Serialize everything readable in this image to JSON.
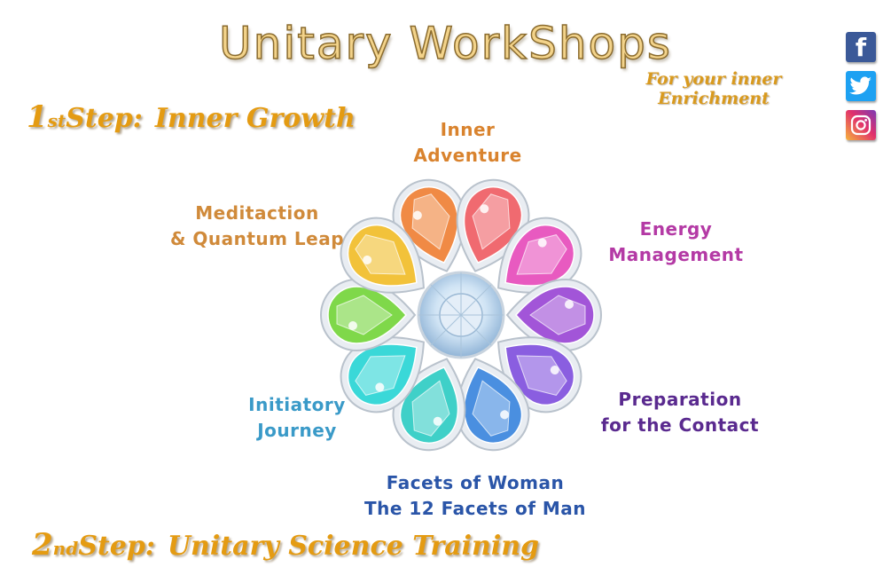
{
  "header": {
    "title": "Unitary WorkShops",
    "tagline": "For your inner  Enrichment"
  },
  "social": [
    {
      "name": "facebook-icon",
      "glyph": "f",
      "color": "#3b5998"
    },
    {
      "name": "twitter-icon",
      "color": "#1da1f2"
    },
    {
      "name": "instagram-icon",
      "color": "#e1306c"
    }
  ],
  "steps": [
    {
      "num": "1",
      "suffix": "st",
      "label": "Step:",
      "name": "Inner Growth"
    },
    {
      "num": "2",
      "suffix": "nd",
      "label": "Step:",
      "name": "Unitary Science Training"
    }
  ],
  "workshops": [
    {
      "line1": "Inner",
      "line2": "Adventure",
      "color": "#d9832e"
    },
    {
      "line1": "Energy",
      "line2": "Management",
      "color": "#b43aa5"
    },
    {
      "line1": "Preparation",
      "line2": "for the Contact",
      "color": "#5a2a8f"
    },
    {
      "line1": "Facets of Woman",
      "line2": "The 12 Facets of Man",
      "color": "#2a55a8"
    },
    {
      "line1": "Initiatory",
      "line2": "Journey",
      "color": "#3a9ac8"
    },
    {
      "line1": "Meditaction",
      "line2": "& Quantum Leap",
      "color": "#d08a3a"
    }
  ],
  "gems": [
    {
      "color": "#f08a45"
    },
    {
      "color": "#f06a70"
    },
    {
      "color": "#e85ac0"
    },
    {
      "color": "#a255d8"
    },
    {
      "color": "#8a5ee0"
    },
    {
      "color": "#4a8fe0"
    },
    {
      "color": "#3fd0c8"
    },
    {
      "color": "#3ad8d8"
    },
    {
      "color": "#7fd84a"
    },
    {
      "color": "#f2c23a"
    }
  ]
}
